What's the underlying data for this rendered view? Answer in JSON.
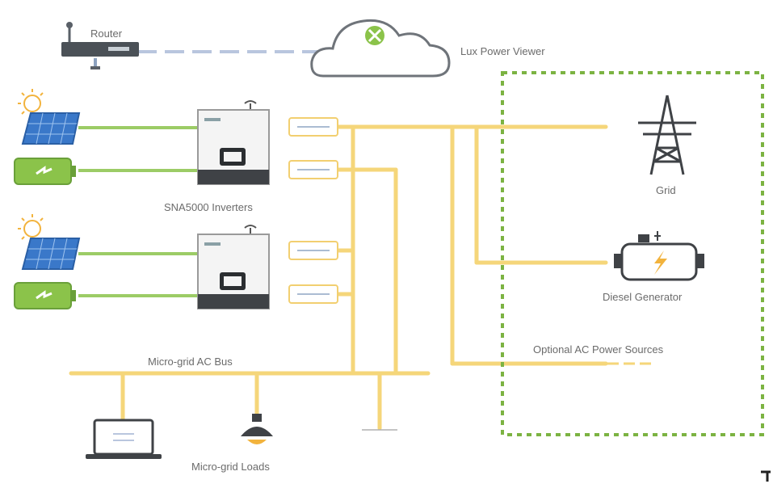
{
  "labels": {
    "router": "Router",
    "cloud": "Lux Power Viewer",
    "inverters": "SNA5000 Inverters",
    "grid": "Grid",
    "generator": "Diesel Generator",
    "optional_sources": "Optional AC Power Sources",
    "ac_bus": "Micro-grid AC Bus",
    "loads": "Micro-grid Loads"
  },
  "colors": {
    "ac_line": "#f5d67a",
    "dc_line": "#9ccc66",
    "dashed_box": "#7cb342",
    "wifi_link": "#b9c6de",
    "label": "#6b6b6b"
  },
  "icons": [
    "router-icon",
    "cloud-icon",
    "sun-icon",
    "solar-panel-icon",
    "battery-icon",
    "inverter-icon",
    "breaker-icon",
    "grid-tower-icon",
    "diesel-generator-icon",
    "laptop-icon",
    "lamp-icon"
  ]
}
